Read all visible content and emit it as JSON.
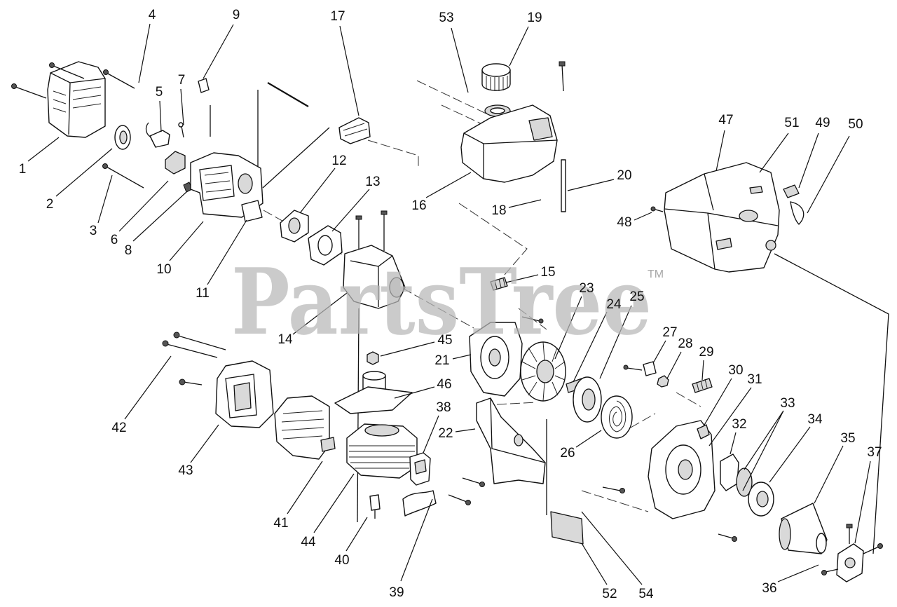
{
  "diagram": {
    "callouts": [
      "1",
      "2",
      "3",
      "4",
      "5",
      "6",
      "7",
      "8",
      "9",
      "10",
      "11",
      "12",
      "13",
      "14",
      "15",
      "16",
      "17",
      "18",
      "19",
      "20",
      "21",
      "22",
      "23",
      "24",
      "25",
      "26",
      "27",
      "28",
      "29",
      "30",
      "31",
      "32",
      "33",
      "34",
      "35",
      "36",
      "37",
      "38",
      "39",
      "40",
      "41",
      "42",
      "43",
      "44",
      "45",
      "46",
      "47",
      "48",
      "49",
      "50",
      "51",
      "52",
      "53",
      "54"
    ],
    "watermark": {
      "text": "PartsTree",
      "trademark": "TM"
    }
  }
}
